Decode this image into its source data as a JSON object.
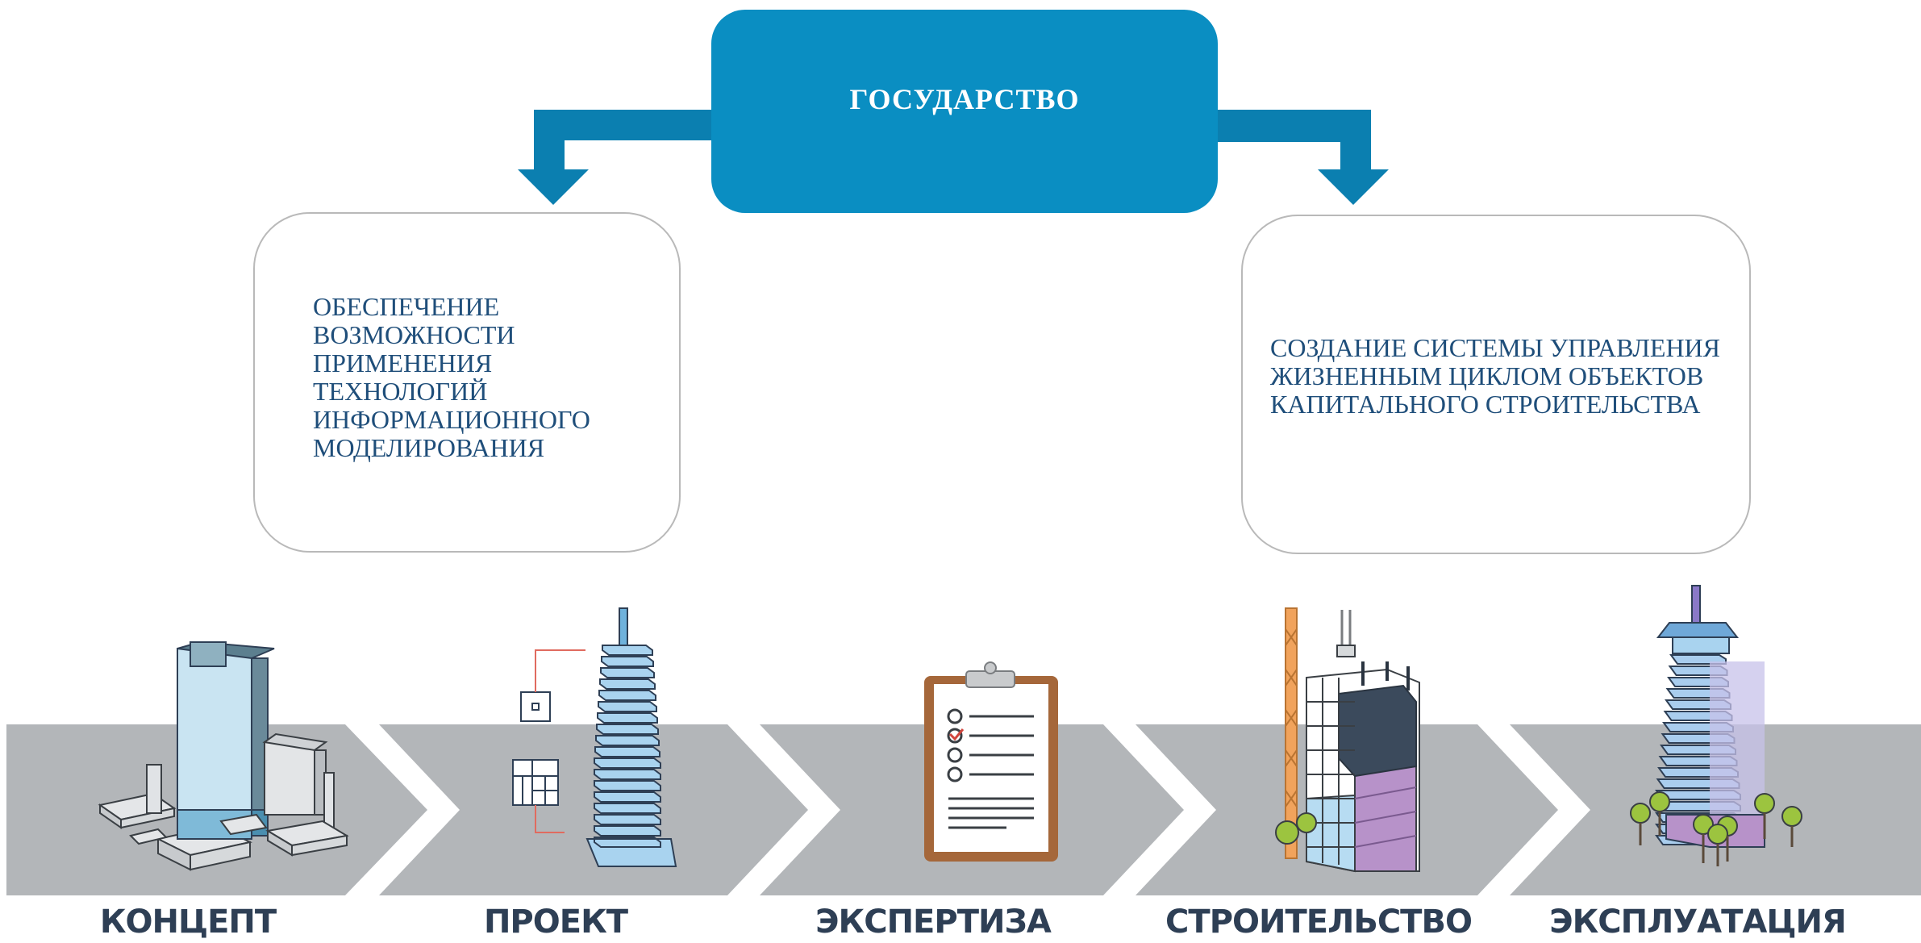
{
  "top_node": {
    "label": "ГОСУДАРСТВО"
  },
  "goals": [
    {
      "text": "ОБЕСПЕЧЕНИЕ\nВОЗМОЖНОСТИ\nПРИМЕНЕНИЯ\nТЕХНОЛОГИЙ\nИНФОРМАЦИОННОГО\nМОДЕЛИРОВАНИЯ"
    },
    {
      "text": "СОЗДАНИЕ СИСТЕМЫ УПРАВЛЕНИЯ\nЖИЗНЕННЫМ ЦИКЛОМ ОБЪЕКТОВ\nКАПИТАЛЬНОГО СТРОИТЕЛЬСТВА"
    }
  ],
  "stages": [
    {
      "label": "КОНЦЕПТ",
      "icon": "concept-buildings-icon"
    },
    {
      "label": "ПРОЕКТ",
      "icon": "design-tower-icon"
    },
    {
      "label": "ЭКСПЕРТИЗА",
      "icon": "clipboard-checklist-icon"
    },
    {
      "label": "СТРОИТЕЛЬСТВО",
      "icon": "construction-crane-icon"
    },
    {
      "label": "ЭКСПЛУАТАЦИЯ",
      "icon": "operating-tower-icon"
    }
  ],
  "colors": {
    "accent_blue": "#0a8ec2",
    "arrow_blue": "#0b7fb0",
    "text_dark_blue": "#1f4e7a",
    "chevron_gray": "#b3b6b9",
    "label_dark": "#2e3f55",
    "card_border": "#b9b9b9"
  }
}
